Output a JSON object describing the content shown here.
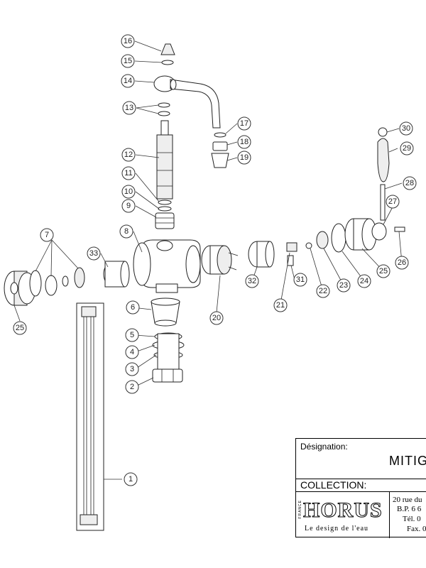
{
  "callouts": [
    {
      "id": "1",
      "label": "1"
    },
    {
      "id": "2",
      "label": "2"
    },
    {
      "id": "3",
      "label": "3"
    },
    {
      "id": "4",
      "label": "4"
    },
    {
      "id": "5",
      "label": "5"
    },
    {
      "id": "6",
      "label": "6"
    },
    {
      "id": "7",
      "label": "7"
    },
    {
      "id": "8",
      "label": "8"
    },
    {
      "id": "9",
      "label": "9"
    },
    {
      "id": "10",
      "label": "10"
    },
    {
      "id": "11",
      "label": "11"
    },
    {
      "id": "12",
      "label": "12"
    },
    {
      "id": "13",
      "label": "13"
    },
    {
      "id": "14",
      "label": "14"
    },
    {
      "id": "15",
      "label": "15"
    },
    {
      "id": "16",
      "label": "16"
    },
    {
      "id": "17",
      "label": "17"
    },
    {
      "id": "18",
      "label": "18"
    },
    {
      "id": "19",
      "label": "19"
    },
    {
      "id": "20",
      "label": "20"
    },
    {
      "id": "21",
      "label": "21"
    },
    {
      "id": "22",
      "label": "22"
    },
    {
      "id": "23",
      "label": "23"
    },
    {
      "id": "24",
      "label": "24"
    },
    {
      "id": "25",
      "label": "25"
    },
    {
      "id": "25b",
      "label": "25"
    },
    {
      "id": "26",
      "label": "26"
    },
    {
      "id": "27",
      "label": "27"
    },
    {
      "id": "28",
      "label": "28"
    },
    {
      "id": "29",
      "label": "29"
    },
    {
      "id": "30",
      "label": "30"
    },
    {
      "id": "31",
      "label": "31"
    },
    {
      "id": "32",
      "label": "32"
    },
    {
      "id": "33",
      "label": "33"
    }
  ],
  "title_block": {
    "designation_label": "Désignation:",
    "designation_value": "MITIG",
    "collection_label": "COLLECTION:",
    "brand": "HORUS",
    "brand_origin": "FRANCE",
    "tagline": "Le design de l'eau",
    "address_lines": [
      "20 rue du",
      "B.P. 6  6",
      "Tél. 0",
      "Fax. 0"
    ]
  }
}
